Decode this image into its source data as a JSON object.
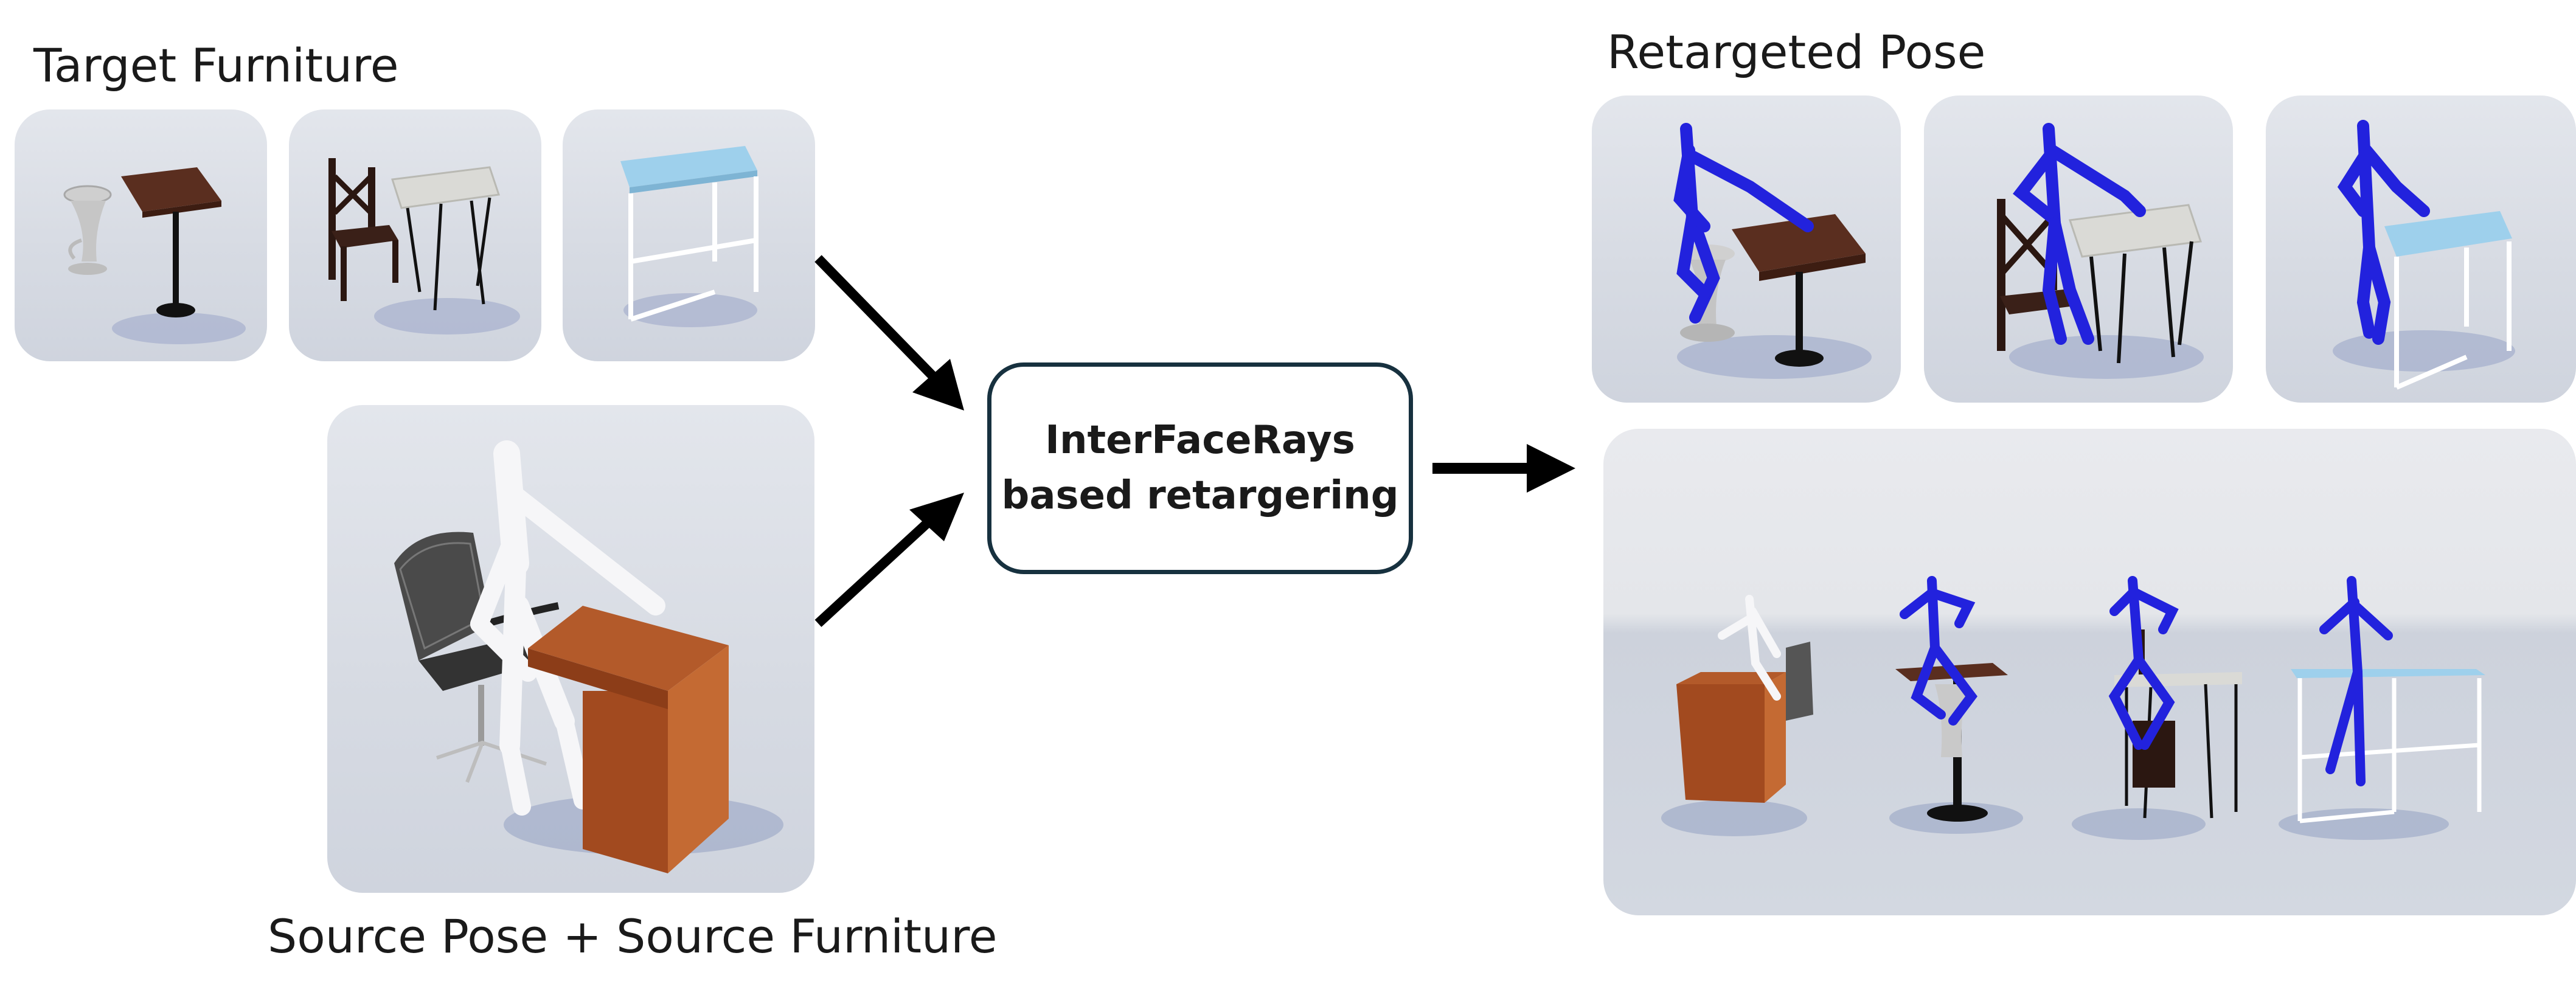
{
  "labels": {
    "target_furniture": "Target Furniture",
    "source": "Source Pose + Source Furniture",
    "retargeted_pose": "Retargeted Pose"
  },
  "method": {
    "line1": "InterFaceRays",
    "line2": "based retargering"
  },
  "colors": {
    "retargeted_figure": "#2222dd",
    "source_figure": "#f4f4f6",
    "panel_bg": "#d9dde5",
    "box_border": "#17313f",
    "arrow": "#000000"
  }
}
